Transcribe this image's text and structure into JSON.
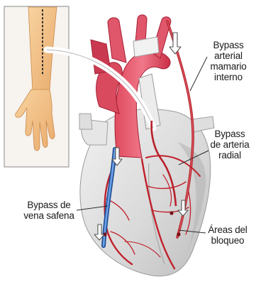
{
  "labels": {
    "mammary": "Bypass\narterial\nmamario\ninterno",
    "radial": "Bypass\nde arteria\nradial",
    "saphenous": "Bypass de\nvena safena",
    "blockage": "Áreas del\nbloqueo"
  },
  "colors": {
    "heart": "#dcdcdc",
    "aorta": "#d4394f",
    "artery": "#b8202a",
    "vein_graft": "#3b73c4",
    "skin": "#f4c48a"
  }
}
